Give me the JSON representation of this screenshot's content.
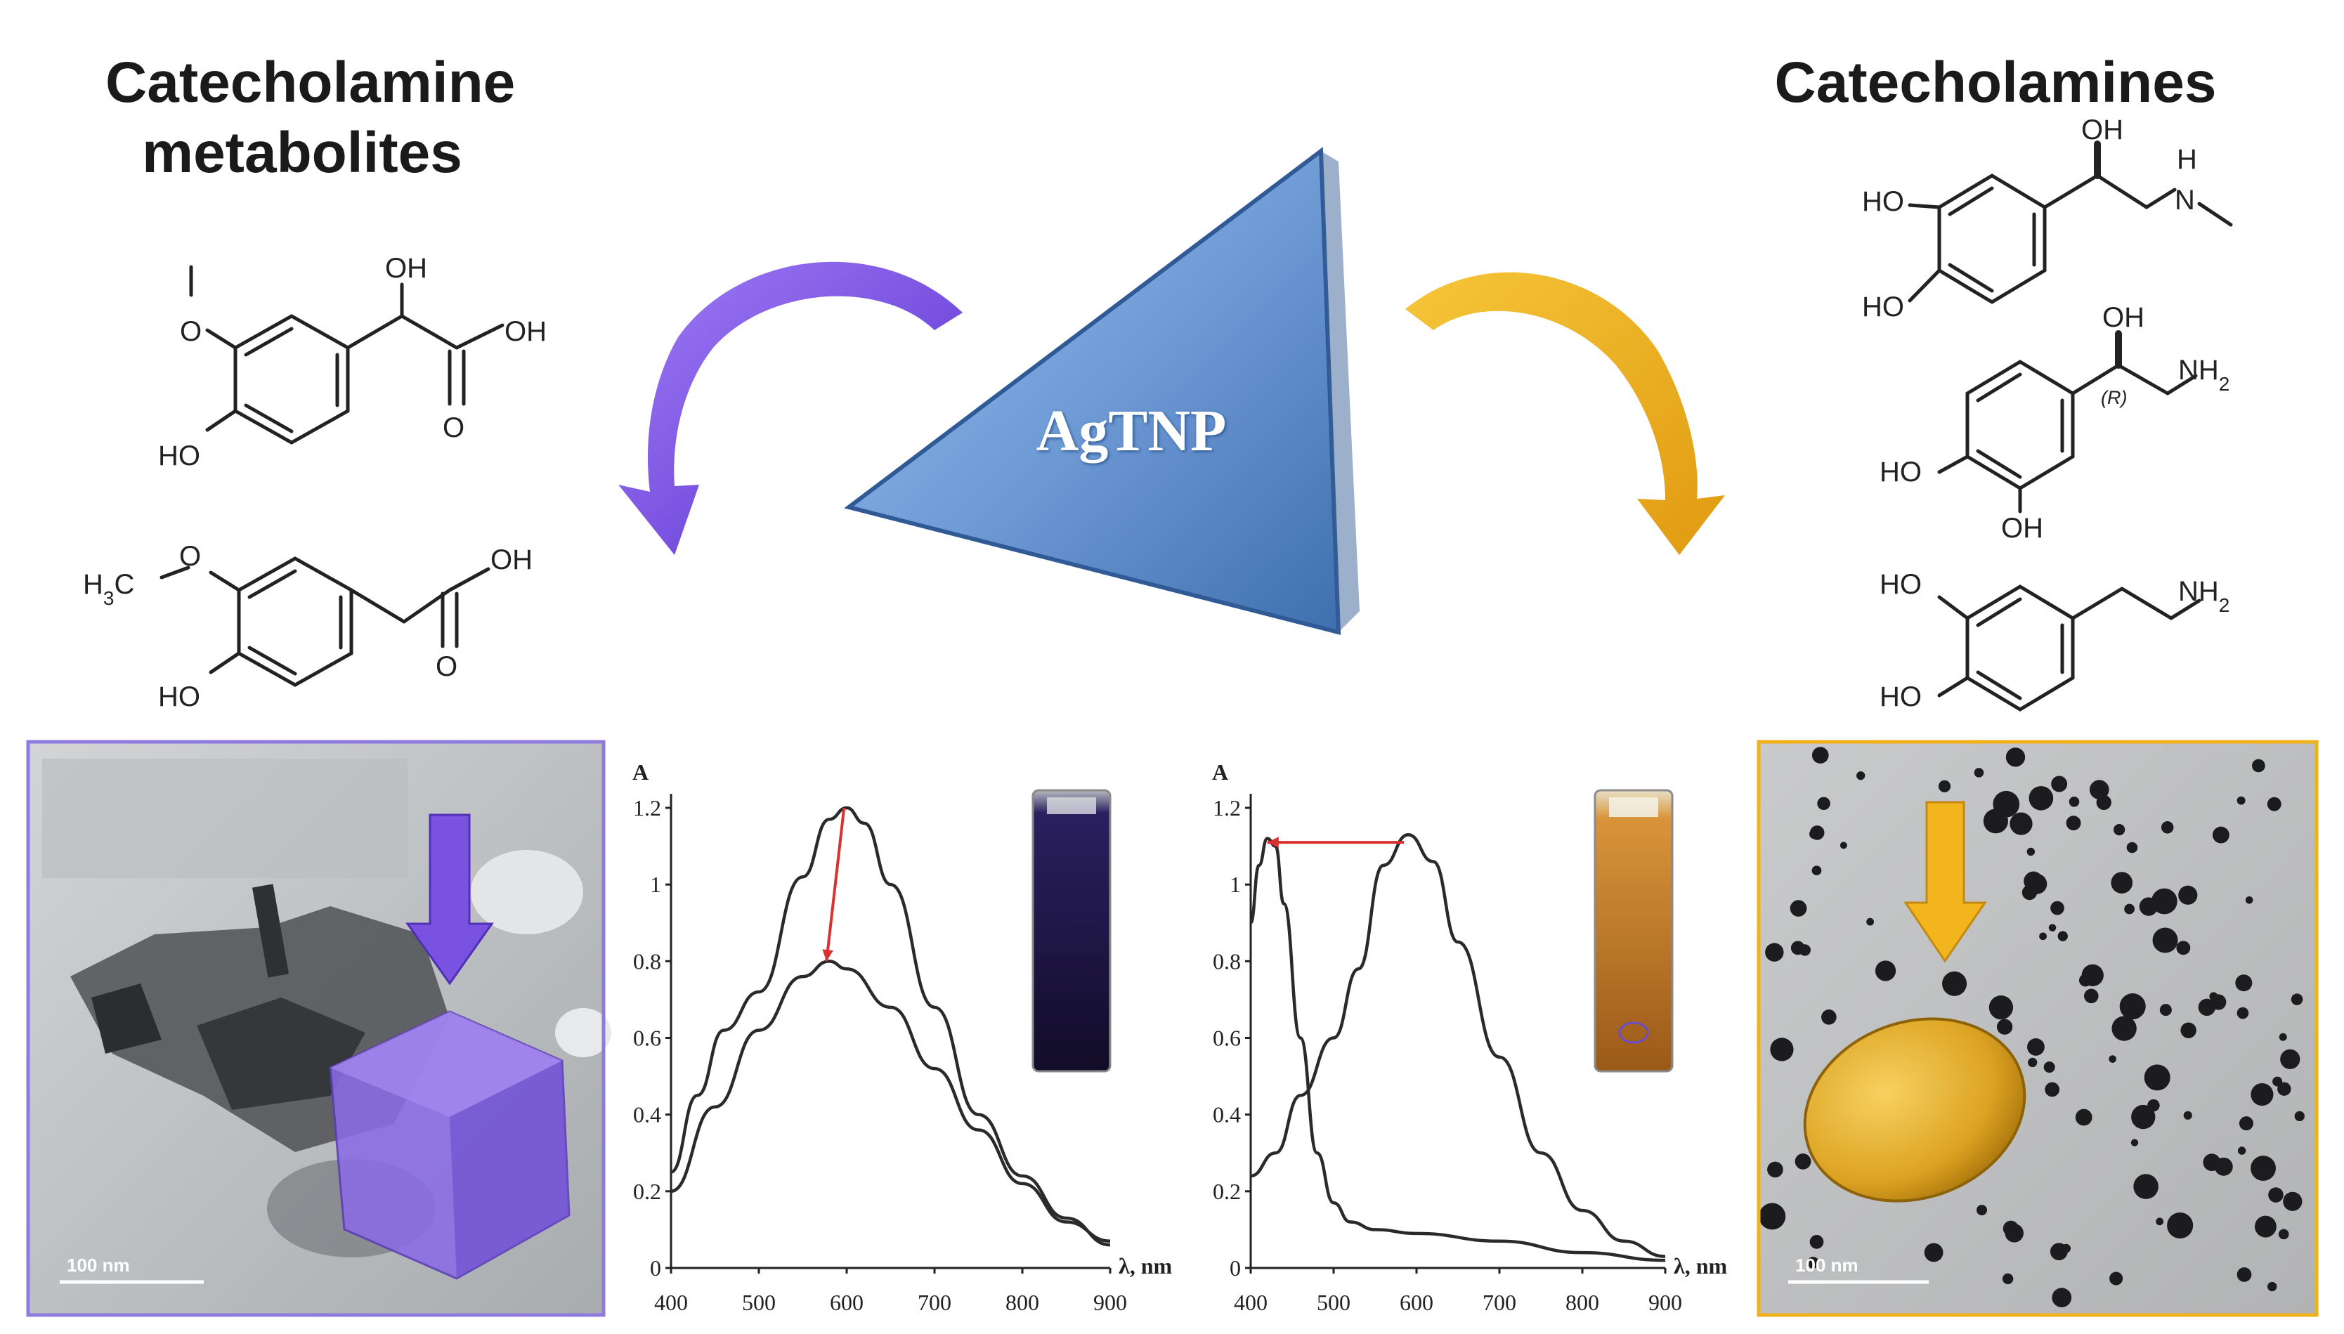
{
  "titles": {
    "left": "Catecholamine metabolites",
    "right": "Catecholamines"
  },
  "center": {
    "label": "AgTNP",
    "color": "#6f9bd6"
  },
  "arrows": {
    "left_color": "#7f4fe6",
    "right_color": "#f0b21a"
  },
  "molecules_left": [
    {
      "labels": [
        "O",
        "OH",
        "OH",
        "O",
        "HO"
      ]
    },
    {
      "labels": [
        "H3C",
        "O",
        "OH",
        "O",
        "HO"
      ]
    }
  ],
  "molecules_right": [
    {
      "labels": [
        "OH",
        "H",
        "N",
        "HO",
        "HO"
      ]
    },
    {
      "labels": [
        "OH",
        "NH2",
        "(R)",
        "HO",
        "OH"
      ]
    },
    {
      "labels": [
        "HO",
        "NH2",
        "HO"
      ]
    }
  ],
  "tem": {
    "left": {
      "scale_label": "100 nm",
      "frame_color": "#8f7ae0"
    },
    "right": {
      "scale_label": "100 nm",
      "frame_color": "#f0b21a"
    }
  },
  "chart_data": [
    {
      "type": "line",
      "ylabel": "A",
      "xlabel": "λ, nm",
      "xlim": [
        400,
        900
      ],
      "ylim": [
        0,
        1.2
      ],
      "x_ticks": [
        "400",
        "500",
        "600",
        "700",
        "800",
        "900"
      ],
      "y_ticks": [
        "0",
        "0.2",
        "0.4",
        "0.6",
        "0.8",
        "1",
        "1.2"
      ],
      "series": [
        {
          "x": [
            400,
            430,
            460,
            500,
            550,
            580,
            600,
            620,
            650,
            700,
            750,
            800,
            850,
            900
          ],
          "values": [
            0.25,
            0.45,
            0.62,
            0.72,
            1.02,
            1.17,
            1.2,
            1.16,
            1.0,
            0.68,
            0.4,
            0.24,
            0.13,
            0.06
          ]
        },
        {
          "x": [
            400,
            450,
            500,
            550,
            580,
            600,
            650,
            700,
            750,
            800,
            850,
            900
          ],
          "values": [
            0.2,
            0.42,
            0.62,
            0.76,
            0.8,
            0.78,
            0.68,
            0.52,
            0.36,
            0.22,
            0.12,
            0.07
          ]
        }
      ],
      "annotation_arrow": {
        "from": [
          597,
          1.2
        ],
        "to": [
          577,
          0.8
        ],
        "color": "#d93030"
      }
    },
    {
      "type": "line",
      "ylabel": "A",
      "xlabel": "λ, nm",
      "xlim": [
        400,
        900
      ],
      "ylim": [
        0,
        1.2
      ],
      "x_ticks": [
        "400",
        "500",
        "600",
        "700",
        "800",
        "900"
      ],
      "y_ticks": [
        "0",
        "0.2",
        "0.4",
        "0.6",
        "0.8",
        "1",
        "1.2"
      ],
      "series": [
        {
          "x": [
            400,
            410,
            420,
            430,
            440,
            460,
            480,
            500,
            520,
            550,
            600,
            700,
            800,
            900
          ],
          "values": [
            0.9,
            1.05,
            1.12,
            1.1,
            0.95,
            0.6,
            0.3,
            0.17,
            0.12,
            0.1,
            0.09,
            0.07,
            0.04,
            0.02
          ]
        },
        {
          "x": [
            400,
            430,
            460,
            500,
            530,
            560,
            590,
            620,
            650,
            700,
            750,
            800,
            850,
            900
          ],
          "values": [
            0.24,
            0.3,
            0.45,
            0.6,
            0.78,
            1.05,
            1.13,
            1.06,
            0.85,
            0.55,
            0.3,
            0.15,
            0.07,
            0.03
          ]
        }
      ],
      "annotation_arrow": {
        "from": [
          585,
          1.11
        ],
        "to": [
          420,
          1.11
        ],
        "color": "#d93030"
      }
    }
  ],
  "vials": {
    "left": "#1c1540",
    "right": "#c47a1f"
  }
}
